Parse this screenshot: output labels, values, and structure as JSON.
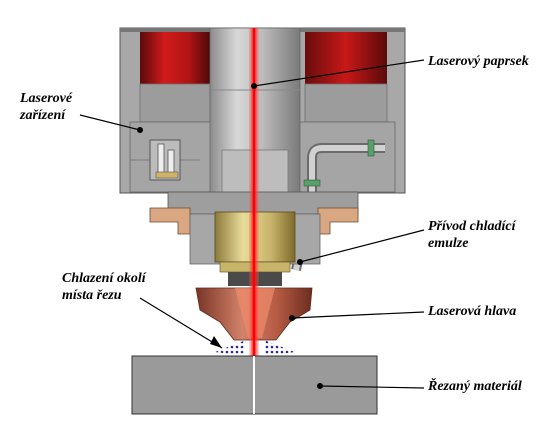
{
  "labels": {
    "laser_device": [
      "Laserové",
      "zařízení"
    ],
    "laser_beam": "Laserový paprsek",
    "coolant_supply": [
      "Přívod chladící",
      "emulze"
    ],
    "cooling_area": [
      "Chlazení okolí",
      "místa řezu"
    ],
    "laser_head": "Laserová hlava",
    "cut_material": "Řezaný materiál"
  },
  "colors": {
    "housing": "#a9a9a9",
    "housing_dark": "#7d7d7d",
    "magnet_red": "#c0141b",
    "beam": "#ff1a1a",
    "nozzle": "#b5503c",
    "brass": "#d4c27a",
    "material": "#9c9c9c",
    "coolant_dots": "#2a2a9a",
    "flange": "#d9a882"
  }
}
